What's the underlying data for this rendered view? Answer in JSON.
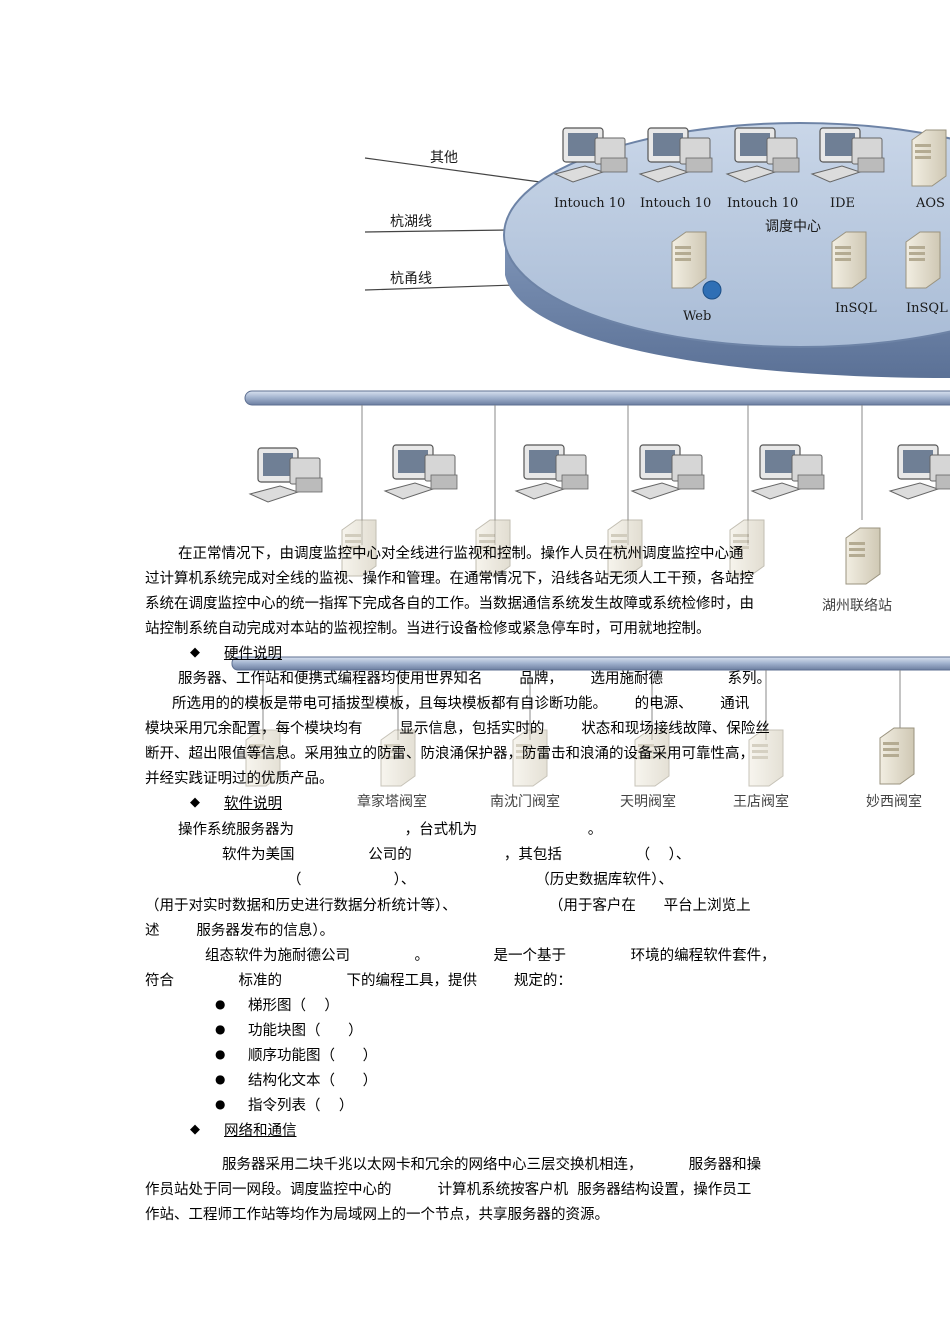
{
  "diagram": {
    "left_lines": [
      "其他",
      "杭湖线",
      "杭甬线"
    ],
    "center_title": "调度中心",
    "pcs": [
      "Intouch 10",
      "Intouch 10",
      "Intouch 10",
      "IDE",
      "AOS"
    ],
    "servers": [
      "Web",
      "InSQL",
      "InSQL"
    ],
    "upper_stations": [
      "湖州联络站"
    ],
    "lower_stations": [
      "章家塔阀室",
      "南沈门阀室",
      "天明阀室",
      "王店阀室",
      "妙西阀室"
    ]
  },
  "doc": {
    "p1": [
      "在正常情况下，由调度监控中心对全线进行监视和控制。操作人员在杭州调度监控中心通",
      "过计算机系统完成对全线的监视、操作和管理。在通常情况下，沿线各站无须人工干预，各站控",
      "系统在调度监控中心的统一指挥下完成各自的工作。当数据通信系统发生故障或系统检修时，由",
      "站控制系统自动完成对本站的监视控制。当进行设备检修或紧急停车时，可用就地控制。"
    ],
    "h_hardware": "硬件说明",
    "hw": [
      "服务器、工作站和便携式编程器均使用世界知名        品牌，      选用施耐德              系列。",
      "所选用的的模板是带电可插拔型模板，且每块模板都有自诊断功能。      的电源、      通讯",
      "模块采用冗余配置，每个模块均有        显示信息，包括实时的        状态和现场接线故障、保险丝",
      "断开、超出限值等信息。采用独立的防雷、防浪涌保护器，防雷击和浪涌的设备采用可靠性高，",
      "并经实践证明过的优质产品。"
    ],
    "h_software": "软件说明",
    "sw": [
      "操作系统服务器为                        ，台式机为                        。",
      "软件为美国                公司的                    ，其包括                （    ）、",
      "（                    ）、                          （历史数据库软件）、",
      "（用于对实时数据和历史进行数据分析统计等）、                    （用于客户在      平台上浏览上",
      "述        服务器发布的信息）。",
      "组态软件为施耐德公司              。              是一个基于              环境的编程软件套件，",
      "符合              标准的              下的编程工具，提供        规定的："
    ],
    "list": [
      "梯形图（    ）",
      "功能块图（      ）",
      "顺序功能图（      ）",
      "结构化文本（      ）",
      "指令列表（    ）"
    ],
    "h_network": "网络和通信",
    "net": [
      "服务器采用二块千兆以太网卡和冗余的网络中心三层交换机相连，          服务器和操",
      "作员站处于同一网段。调度监控中心的          计算机系统按客户机  服务器结构设置，操作员工",
      "作站、工程师工作站等均作为局域网上的一个节点，共享服务器的资源。"
    ]
  }
}
